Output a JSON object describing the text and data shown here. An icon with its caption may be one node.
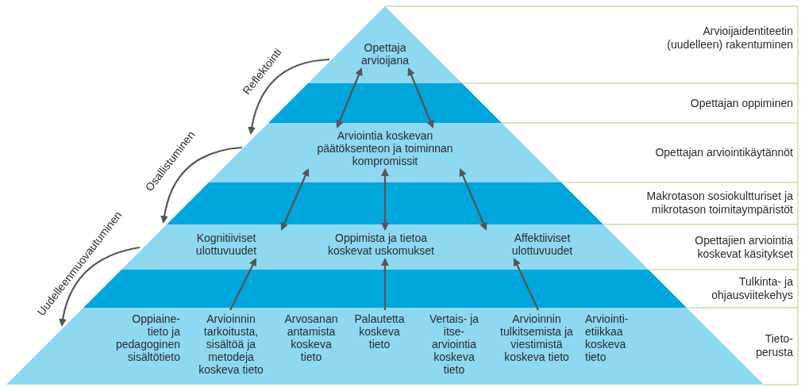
{
  "diagram": {
    "nodes": [
      {
        "text": [
          "Opettaja arvioijana"
        ]
      },
      {
        "text": [
          "Arviointia koskevan päätöksenteon ja toiminnan kompromissit"
        ]
      },
      {
        "text": [
          "Kognitiiviset ulottuvuudet"
        ]
      },
      {
        "text": [
          "Oppimista ja tietoa koskevat uskomukset"
        ]
      },
      {
        "text": [
          "Affektiiviset ulottuvuudet"
        ]
      },
      {
        "text": [
          "Oppiaine- tieto ja pedagoginen sisältötieto"
        ]
      },
      {
        "text": [
          "Arvioinnin tarkoitusta, sisältöä ja metodeja koskeva tieto"
        ]
      },
      {
        "text": [
          "Arvosanan antamista koskeva tieto"
        ]
      },
      {
        "text": [
          "Palautetta koskeva tieto"
        ]
      },
      {
        "text": [
          "Vertais- ja itse- arviointia koskeva tieto"
        ]
      },
      {
        "text": [
          "Arvioinnin tulkitsemista ja viestimistä koskeva tieto"
        ]
      },
      {
        "text": [
          "Arviointi- etiikkaa koskeva tieto"
        ]
      },
      {
        "text": [
          "Arvioijaidentiteetin (uudelleen) rakentuminen"
        ]
      },
      {
        "text": [
          "Opettajan oppiminen"
        ]
      },
      {
        "text": [
          "Opettajan arviointikäytännöt"
        ]
      },
      {
        "text": [
          "Makrotason sosiokultturiset ja mikrotason toimitaympäristöt"
        ]
      },
      {
        "text": [
          "Opettajien arviointia koskevat käsitykset"
        ]
      },
      {
        "text": [
          "Tulkinta- ja ohjausviitekehys"
        ]
      },
      {
        "text": [
          "Tieto- perusta"
        ]
      }
    ],
    "edges": [
      {
        "from": 1,
        "to": 0,
        "arrow": "both"
      },
      {
        "from": 1,
        "to": 0,
        "arrow": "both"
      },
      {
        "from": 1,
        "to": 2,
        "arrow": "both"
      },
      {
        "from": 1,
        "to": 3,
        "arrow": "both"
      },
      {
        "from": 1,
        "to": 4,
        "arrow": "both"
      },
      {
        "from": 6,
        "to": 2,
        "arrow": "to"
      },
      {
        "from": 8,
        "to": 3,
        "arrow": "to"
      },
      {
        "from": 10,
        "to": 4,
        "arrow": "to"
      }
    ],
    "labels": [
      "Reflektointi",
      "Osallistuminen",
      "Uudelleenmuovautuminen"
    ]
  }
}
